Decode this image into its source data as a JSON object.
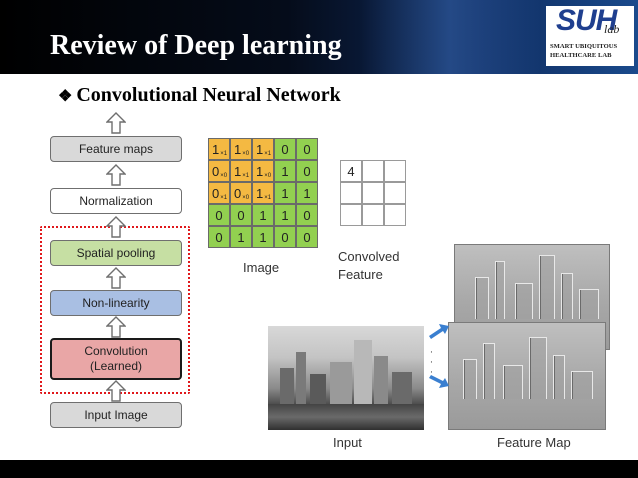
{
  "header": {
    "title": "Review of  Deep learning",
    "logo": {
      "mark": "SUH",
      "lab": "lab",
      "line1": "SMART UBIQUITOUS",
      "line2": "HEALTHCARE LAB"
    }
  },
  "subtitle": {
    "bullet": "❖",
    "text": "Convolutional Neural Network"
  },
  "pipeline": {
    "stages": [
      {
        "label": "Feature maps"
      },
      {
        "label": "Normalization"
      },
      {
        "label": "Spatial pooling"
      },
      {
        "label": "Non-linearity"
      },
      {
        "label": "Convolution\n(Learned)"
      },
      {
        "label": "Input Image"
      }
    ]
  },
  "matrix": {
    "rows": [
      [
        "1",
        "1",
        "1",
        "0",
        "0"
      ],
      [
        "0",
        "1",
        "1",
        "1",
        "0"
      ],
      [
        "0",
        "0",
        "1",
        "1",
        "1"
      ],
      [
        "0",
        "0",
        "1",
        "1",
        "0"
      ],
      [
        "0",
        "1",
        "1",
        "0",
        "0"
      ]
    ],
    "kernel": [
      [
        "×1",
        "×0",
        "×1"
      ],
      [
        "×0",
        "×1",
        "×0"
      ],
      [
        "×1",
        "×0",
        "×1"
      ]
    ],
    "image_label": "Image",
    "convolved": [
      [
        "4",
        "",
        ""
      ],
      [
        "",
        "",
        ""
      ],
      [
        "",
        "",
        ""
      ]
    ],
    "convolved_label_line1": "Convolved",
    "convolved_label_line2": "Feature"
  },
  "photos": {
    "input_label": "Input",
    "feature_map_label": "Feature Map",
    "dots": "·\n·\n·"
  },
  "colors": {
    "accent_green": "#92d050",
    "accent_orange": "#f4b942",
    "dotted_box": "#e0181b",
    "arrow_blue": "#3a7fd0"
  }
}
